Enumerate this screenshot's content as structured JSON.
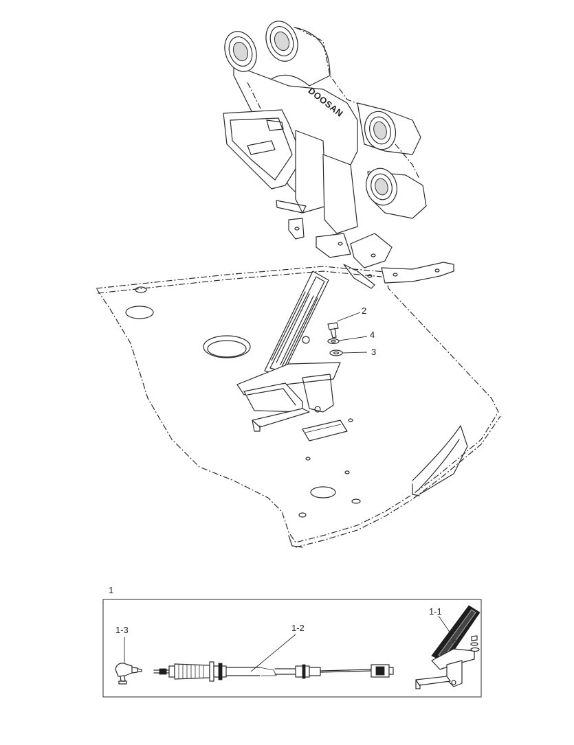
{
  "diagram": {
    "brand_mark": "DOOSAN",
    "callouts": {
      "bolt": "2",
      "lock_washer": "4",
      "flat_washer": "3"
    },
    "kit": {
      "label": "1",
      "callouts": {
        "pedal": "1-1",
        "cable": "1-2",
        "fitting": "1-3"
      }
    }
  }
}
